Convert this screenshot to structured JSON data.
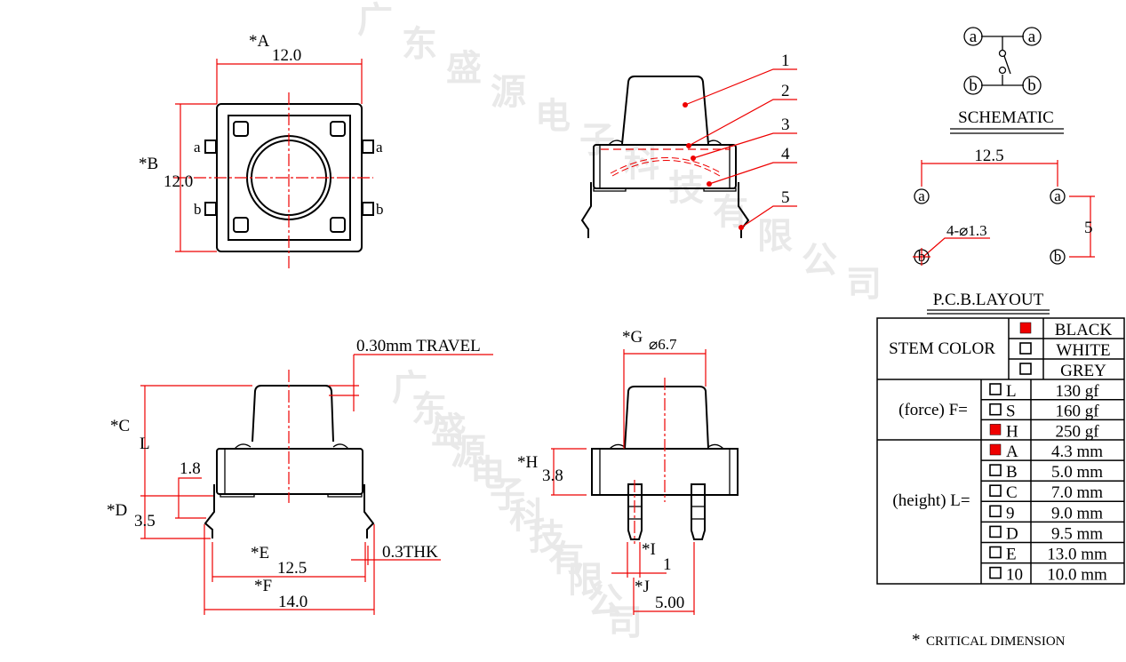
{
  "watermark": "广东盛源电子科技有限公司",
  "top_view": {
    "dim_a_label": "*A",
    "dim_a_value": "12.0",
    "dim_b_label": "*B",
    "dim_b_value": "12.0",
    "pins": [
      "a",
      "b",
      "a",
      "b"
    ]
  },
  "side_view": {
    "callouts": [
      "1",
      "2",
      "3",
      "4",
      "5"
    ]
  },
  "front_view": {
    "travel": "0.30mm TRAVEL",
    "dim_c_label": "*C",
    "dim_c_value": "L",
    "dim_18": "1.8",
    "dim_d_label": "*D",
    "dim_d_value": "3.5",
    "thk": "0.3THK",
    "dim_e_label": "*E",
    "dim_e_value": "12.5",
    "dim_f_label": "*F",
    "dim_f_value": "14.0"
  },
  "end_view": {
    "g_label": "*G",
    "g_value": "⌀6.7",
    "h_label": "*H",
    "h_value": "3.8",
    "i_label": "*I",
    "i_value": "1",
    "j_label": "*J",
    "j_value": "5.00"
  },
  "schematic": {
    "title": "SCHEMATIC",
    "nodes": [
      "a",
      "a",
      "b",
      "b"
    ]
  },
  "pcb": {
    "title": "P.C.B.LAYOUT",
    "spacing_x": "12.5",
    "spacing_y": "5",
    "hole": "4-⌀1.3",
    "pads": [
      "a",
      "a",
      "b",
      "b"
    ]
  },
  "options": {
    "stem_color": {
      "label": "STEM  COLOR",
      "items": [
        {
          "name": "BLACK",
          "checked": true
        },
        {
          "name": "WHITE",
          "checked": false
        },
        {
          "name": "GREY",
          "checked": false
        }
      ]
    },
    "force": {
      "label": "(force) F=",
      "items": [
        {
          "code": "L",
          "value": "130 gf",
          "checked": false
        },
        {
          "code": "S",
          "value": "160 gf",
          "checked": false
        },
        {
          "code": "H",
          "value": "250 gf",
          "checked": true
        }
      ]
    },
    "height": {
      "label": "(height)  L=",
      "items": [
        {
          "code": "A",
          "value": "4.3 mm",
          "checked": true
        },
        {
          "code": "B",
          "value": "5.0 mm",
          "checked": false
        },
        {
          "code": "C",
          "value": "7.0 mm",
          "checked": false
        },
        {
          "code": "9",
          "value": "9.0 mm",
          "checked": false
        },
        {
          "code": "D",
          "value": "9.5 mm",
          "checked": false
        },
        {
          "code": "E",
          "value": "13.0 mm",
          "checked": false
        },
        {
          "code": "10",
          "value": "10.0 mm",
          "checked": false
        }
      ]
    }
  },
  "footnote": {
    "star": "*",
    "text": "CRITICAL  DIMENSION"
  },
  "colors": {
    "dimension": "#ee0000",
    "outline": "#000000",
    "checked": "#ee0000"
  }
}
